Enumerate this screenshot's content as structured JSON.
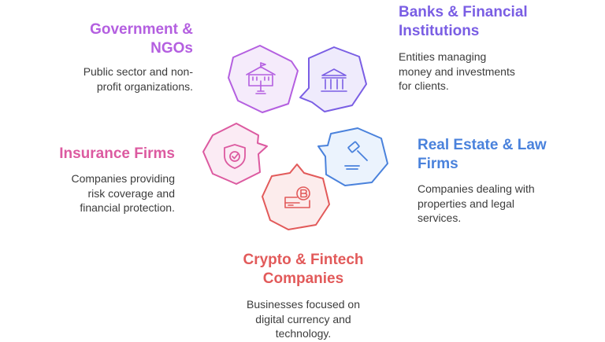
{
  "nodes": {
    "government": {
      "title_line1": "Government &",
      "title_line2": "NGOs",
      "desc_line1": "Public sector and non-",
      "desc_line2": "profit organizations.",
      "color": "#b45fe0",
      "icon": "government-building-icon"
    },
    "banks": {
      "title_line1": "Banks & Financial",
      "title_line2": "Institutions",
      "desc_line1": "Entities managing",
      "desc_line2": "money and investments",
      "desc_line3": "for clients.",
      "color": "#7a5ee4",
      "icon": "bank-icon"
    },
    "insurance": {
      "title_line1": "Insurance Firms",
      "desc_line1": "Companies providing",
      "desc_line2": "risk coverage and",
      "desc_line3": "financial protection.",
      "color": "#dc5aa0",
      "icon": "shield-check-icon"
    },
    "real_estate": {
      "title_line1": "Real Estate & Law",
      "title_line2": "Firms",
      "desc_line1": "Companies dealing with",
      "desc_line2": "properties and legal",
      "desc_line3": "services.",
      "color": "#4a82dc",
      "icon": "gavel-icon"
    },
    "crypto": {
      "title_line1": "Crypto & Fintech",
      "title_line2": "Companies",
      "desc_line1": "Businesses focused on",
      "desc_line2": "digital currency and",
      "desc_line3": "technology.",
      "color": "#e25a5a",
      "icon": "bitcoin-card-icon"
    }
  }
}
